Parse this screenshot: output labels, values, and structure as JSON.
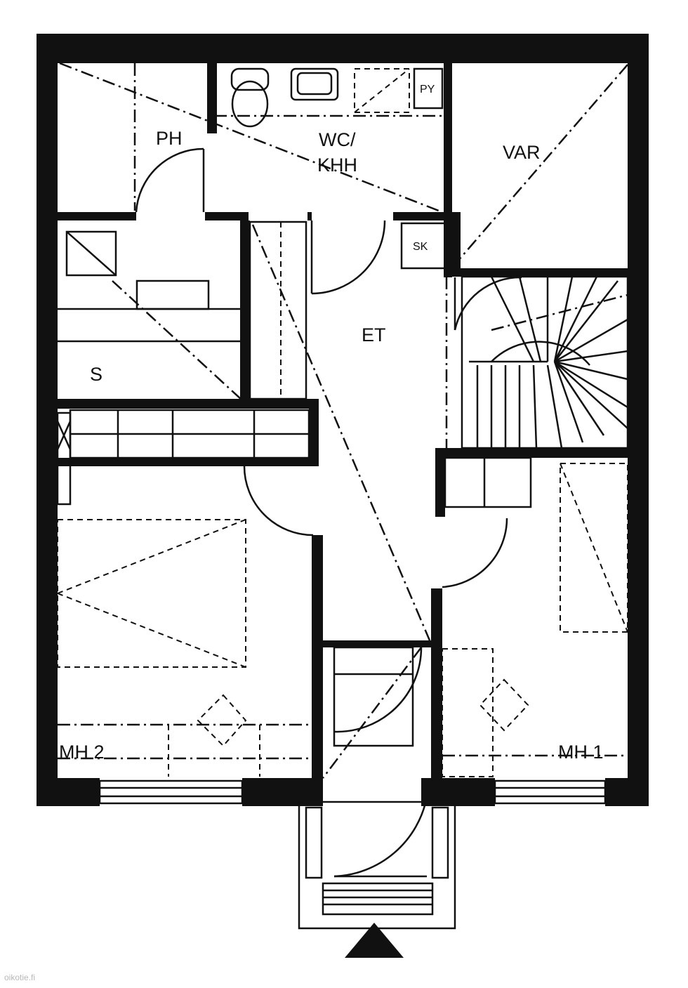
{
  "rooms": {
    "ph": "PH",
    "wc_line1": "WC/",
    "wc_line2": "KHH",
    "var": "VAR",
    "py": "PY",
    "sk": "SK",
    "et": "ET",
    "s": "S",
    "mh2": "MH 2",
    "mh1": "MH 1"
  },
  "entrance_marker": "entrance-triangle-icon",
  "watermark": "oikotie.fi",
  "colors": {
    "ink": "#111111",
    "paper": "#ffffff"
  }
}
